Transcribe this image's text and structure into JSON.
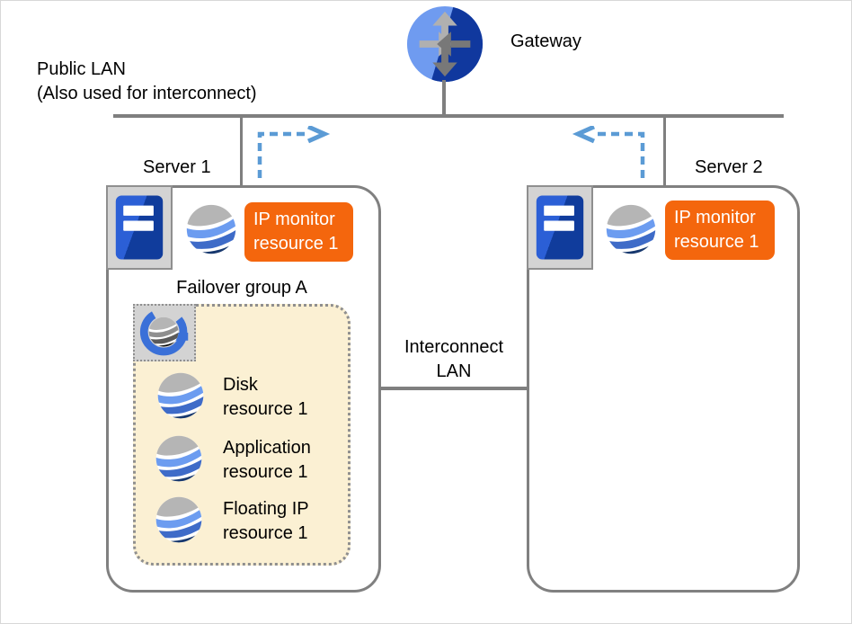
{
  "gateway": {
    "label": "Gateway"
  },
  "public_lan": {
    "line1": "Public LAN",
    "line2": "(Also used for interconnect)"
  },
  "interconnect_lan": {
    "line1": "Interconnect",
    "line2": "LAN"
  },
  "servers": [
    {
      "name": "Server 1",
      "monitor_resource": {
        "line1": "IP monitor",
        "line2": "resource 1"
      }
    },
    {
      "name": "Server 2",
      "monitor_resource": {
        "line1": "IP monitor",
        "line2": "resource 1"
      }
    }
  ],
  "failover_group": {
    "title": "Failover group A",
    "resources": [
      {
        "line1": "Disk",
        "line2": "resource 1"
      },
      {
        "line1": "Application",
        "line2": "resource 1"
      },
      {
        "line1": "Floating IP",
        "line2": "resource 1"
      }
    ]
  },
  "icons": {
    "gateway": "router-icon",
    "server": "server-tower-icon",
    "resource": "cluster-resource-icon",
    "group": "failover-group-icon"
  },
  "colors": {
    "line_gray": "#7f7f7f",
    "box_border": "#808080",
    "badge_orange": "#f4660d",
    "badge_text": "#ffffff",
    "group_fill": "#fbf0d3",
    "group_border": "#8f8f8f",
    "dashed_arrow_blue": "#5b9bd5",
    "icon_square_fill": "#d3d3d3",
    "gateway_light_blue": "#6f9bf0",
    "gateway_dark_blue": "#10389e",
    "swirl_light_blue": "#6c9cf0",
    "swirl_mid_blue": "#3e6bc8",
    "swirl_navy": "#17386e"
  }
}
